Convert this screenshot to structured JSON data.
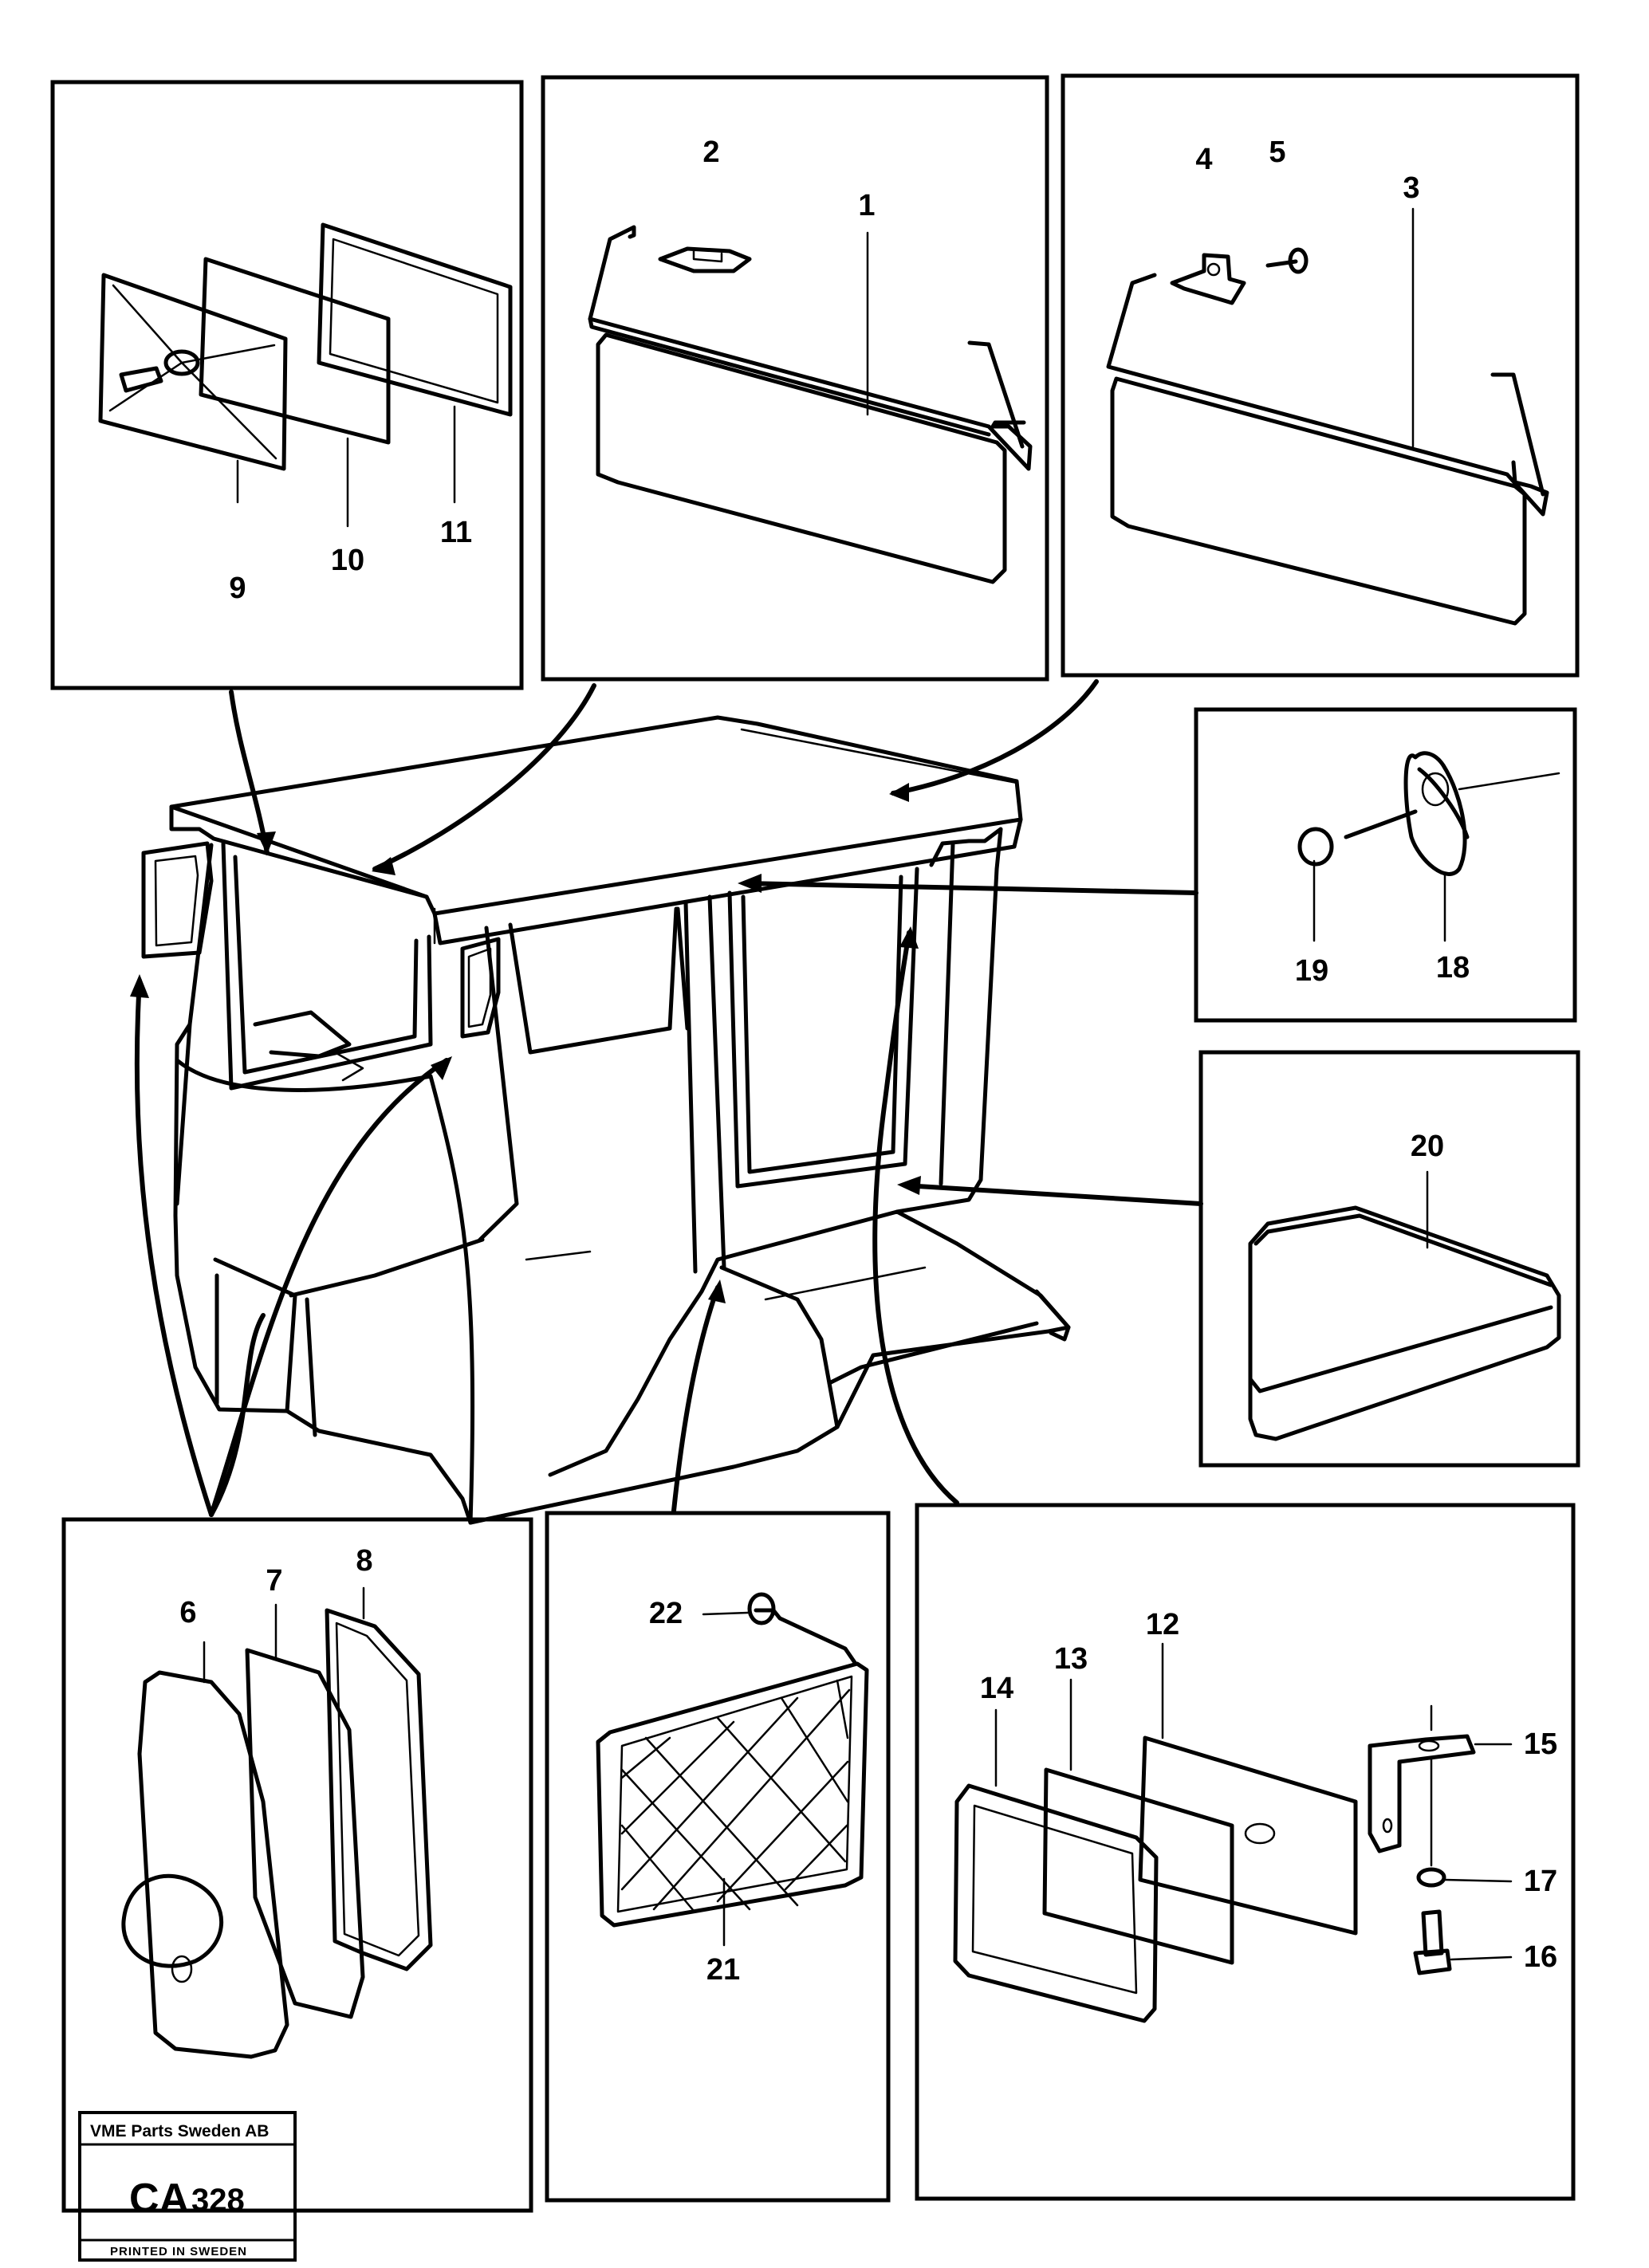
{
  "labels": {
    "p1": "1",
    "p2": "2",
    "p3": "3",
    "p4": "4",
    "p5": "5",
    "p6": "6",
    "p7": "7",
    "p8": "8",
    "p9": "9",
    "p10": "10",
    "p11": "11",
    "p12": "12",
    "p13": "13",
    "p14": "14",
    "p15": "15",
    "p16": "16",
    "p17": "17",
    "p18": "18",
    "p19": "19",
    "p20": "20",
    "p21": "21",
    "p22": "22"
  },
  "stamp": {
    "company": "VME Parts Sweden AB",
    "code_prefix": "CA",
    "code_number": "328",
    "printed": "PRINTED IN SWEDEN"
  }
}
